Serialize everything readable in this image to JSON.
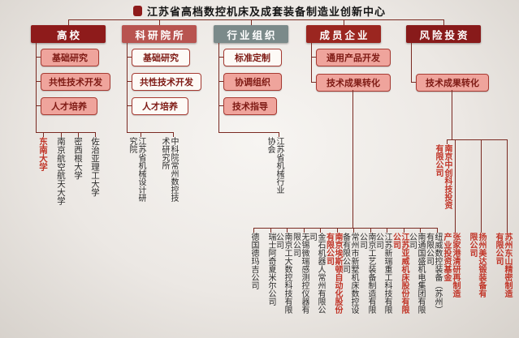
{
  "title": {
    "text": "江苏省高档数控机床及成套装备制造业创新中心"
  },
  "colors": {
    "background": "#ece8e4",
    "connector": "#7a2a22",
    "header_university": "#8e1b1b",
    "header_institute": "#b85450",
    "header_association": "#7b8a8a",
    "header_member": "#9b2620",
    "header_vc": "#881a1a",
    "box_fill_pink": "#efa49c",
    "box_fill_white": "#fdfaf6",
    "box_border": "#a63a32",
    "box_text": "#7e1a14",
    "label_highlight": "#c13528",
    "label_default": "#2a2a2a"
  },
  "columns": [
    {
      "header": "高校",
      "boxes": [
        {
          "label": "基础研究"
        },
        {
          "label": "共性技术开发"
        },
        {
          "label": "人才培养"
        }
      ],
      "labels": [
        {
          "text": "东南大学",
          "highlighted": true
        },
        {
          "text": "南京航空航天大学",
          "highlighted": false
        },
        {
          "text": "密西根大学",
          "highlighted": false
        },
        {
          "text": "佐治亚理工大学",
          "highlighted": false
        }
      ]
    },
    {
      "header": "科研院所",
      "boxes": [
        {
          "label": "基础研究"
        },
        {
          "label": "共性技术开发"
        },
        {
          "label": "人才培养"
        }
      ],
      "labels": [
        {
          "text": "江苏省机械设计研究院",
          "highlighted": false
        },
        {
          "text": "中科院常州数控技术研究所",
          "highlighted": false
        }
      ]
    },
    {
      "header": "行业组织",
      "boxes": [
        {
          "label": "标准定制"
        },
        {
          "label": "协调组织"
        },
        {
          "label": "技术指导"
        }
      ],
      "labels": [
        {
          "text": "江苏省机械行业协会",
          "highlighted": false
        }
      ]
    },
    {
      "header": "成员企业",
      "boxes": [
        {
          "label": "通用产品开发"
        },
        {
          "label": "技术成果转化"
        }
      ],
      "labels": [
        {
          "text": "德国德玛吉公司",
          "highlighted": false
        },
        {
          "text": "瑞士阿奇夏米尔公司",
          "highlighted": false
        },
        {
          "text": "南京工大数控科技有限公司",
          "highlighted": false
        },
        {
          "text": "无锡微瑞感测控仪器有限公司",
          "highlighted": false
        },
        {
          "text": "金石机器人常州有限公司",
          "highlighted": false
        },
        {
          "text": "南京埃斯顿自动化股份有限公司",
          "highlighted": true
        },
        {
          "text": "常州市新墅机床数控设备有限公司",
          "highlighted": false
        },
        {
          "text": "南京工艺装备制造有限公司",
          "highlighted": false
        },
        {
          "text": "江苏新瑞重工科技有限公司",
          "highlighted": false
        },
        {
          "text": "江苏亚威机床股份有限公司",
          "highlighted": true
        },
        {
          "text": "南通国盛机电集团有限公司",
          "highlighted": false
        },
        {
          "text": "纽威数控装备（苏州）有限公司",
          "highlighted": false
        }
      ]
    },
    {
      "header": "风险投资",
      "boxes": [
        {
          "label": "技术成果转化"
        }
      ],
      "labels": [
        {
          "text": "南京中创科技投资有限公司",
          "highlighted": true
        },
        {
          "text": "张家港清研再制造产业投资基金",
          "highlighted": true
        },
        {
          "text": "扬州美达锻装备有限公司",
          "highlighted": true
        },
        {
          "text": "苏州东山精密制造有限公司",
          "highlighted": true
        }
      ]
    }
  ]
}
